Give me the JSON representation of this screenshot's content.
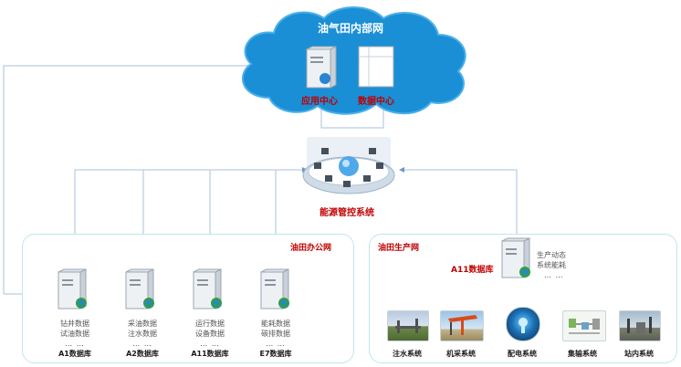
{
  "cloud": {
    "title": "油气田内部网",
    "app_center": "应用中心",
    "data_center": "数据中心"
  },
  "energy_system": {
    "label": "能源管控系统"
  },
  "office_network": {
    "title": "油田办公网",
    "databases": [
      {
        "name": "A1数据库",
        "line1": "钻井数据",
        "line2": "试油数据",
        "dots": "… …"
      },
      {
        "name": "A2数据库",
        "line1": "采油数据",
        "line2": "注水数据",
        "dots": "… …"
      },
      {
        "name": "A11数据库",
        "line1": "运行数据",
        "line2": "设备数据",
        "dots": "… …"
      },
      {
        "name": "E7数据库",
        "line1": "能耗数据",
        "line2": "碳排数据",
        "dots": "… …"
      }
    ]
  },
  "production_network": {
    "title": "油田生产网",
    "db_label": "A11数据库",
    "desc_line1": "生产动态",
    "desc_line2": "系统能耗",
    "desc_dots": "… …",
    "systems": [
      {
        "name": "注水系统"
      },
      {
        "name": "机采系统"
      },
      {
        "name": "配电系统"
      },
      {
        "name": "集输系统"
      },
      {
        "name": "站内系统"
      }
    ]
  },
  "colors": {
    "cloud": "#1a8fd6",
    "line": "#8aaed0",
    "label_red": "#c00000",
    "panel_border": "#bfe6ee"
  }
}
